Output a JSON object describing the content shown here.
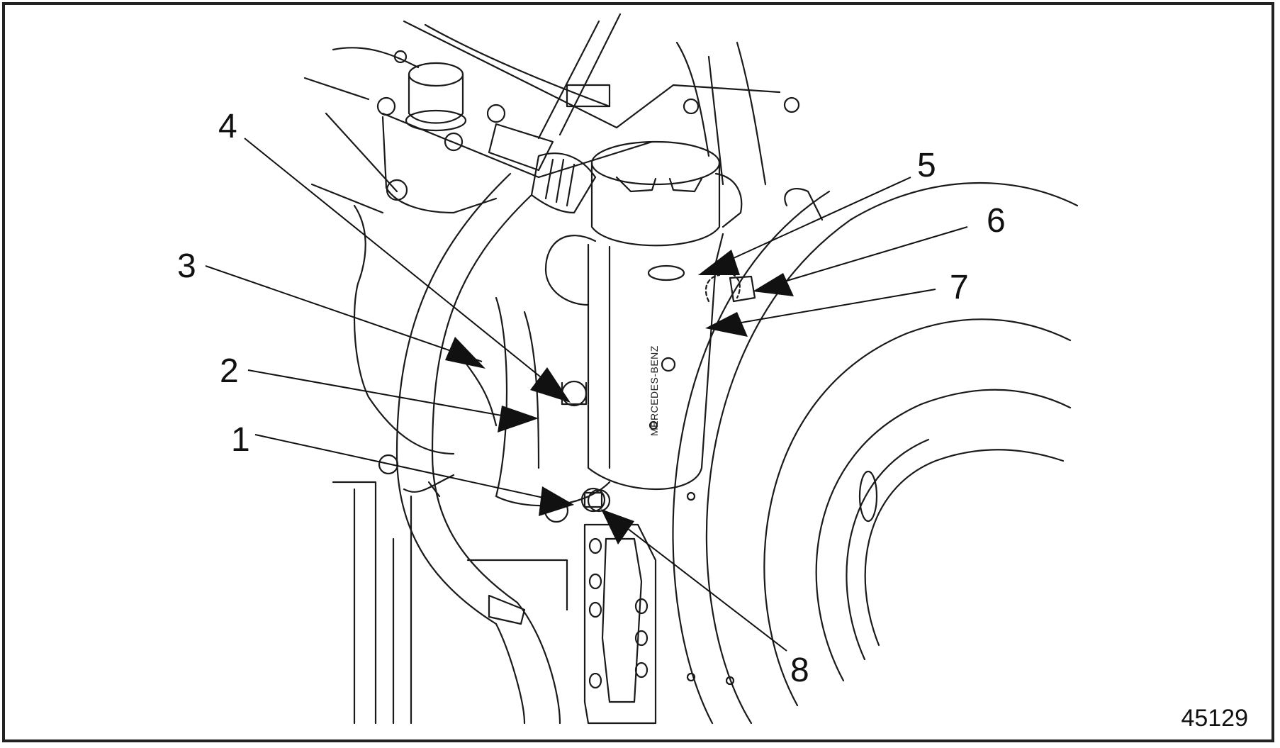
{
  "figure": {
    "figure_number": "45129",
    "brand_marking": "MERCEDES-BENZ"
  },
  "callouts": [
    {
      "id": "1",
      "label": "1"
    },
    {
      "id": "2",
      "label": "2"
    },
    {
      "id": "3",
      "label": "3"
    },
    {
      "id": "4",
      "label": "4"
    },
    {
      "id": "5",
      "label": "5"
    },
    {
      "id": "6",
      "label": "6"
    },
    {
      "id": "7",
      "label": "7"
    },
    {
      "id": "8",
      "label": "8"
    }
  ],
  "colors": {
    "line": "#1a1a1a",
    "background": "#ffffff"
  }
}
